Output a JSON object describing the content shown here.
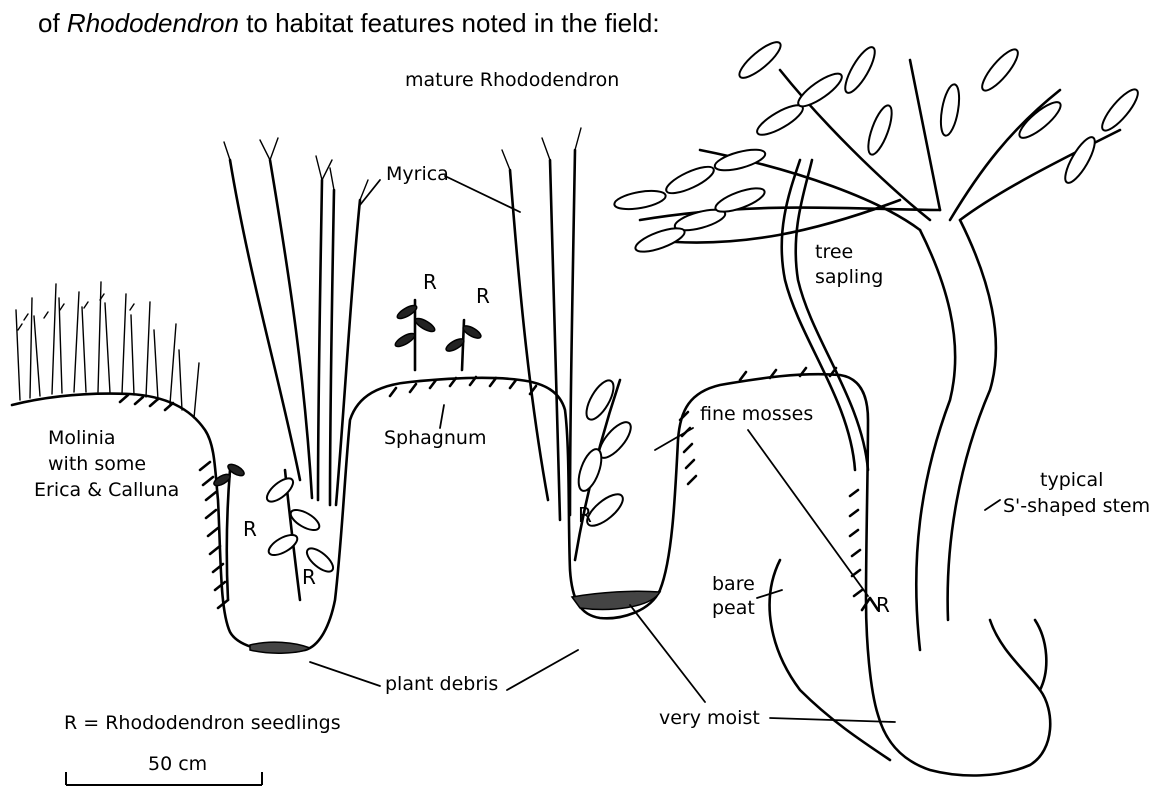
{
  "caption": {
    "prefix": "of ",
    "italic": "Rhododendron",
    "suffix": " to habitat features noted in the field:"
  },
  "labels": {
    "mature_rhododendron": "mature  Rhododendron",
    "myrica": "Myrica",
    "tree_sapling_line1": "tree",
    "tree_sapling_line2": "sapling",
    "molinia_line1": "Molinia",
    "molinia_line2": "with some",
    "molinia_line3": "Erica & Calluna",
    "sphagnum": "Sphagnum",
    "fine_mosses": "fine mosses",
    "typical_line1": "typical",
    "typical_line2": "S'-shaped stem",
    "bare_peat_line1": "bare",
    "bare_peat_line2": "peat",
    "plant_debris": "plant debris",
    "very_moist": "very moist",
    "seedling_marker": "R"
  },
  "legend": {
    "key": "R = Rhododendron seedlings"
  },
  "scale": {
    "label": "50 cm"
  }
}
